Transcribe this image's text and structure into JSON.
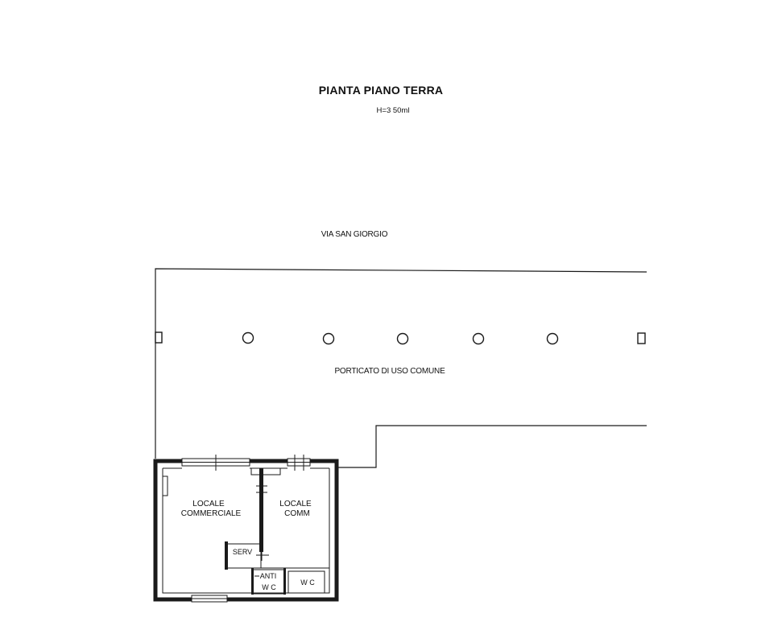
{
  "drawing": {
    "title": "PIANTA PIANO TERRA",
    "height_note": "H=3 50ml",
    "street": "VIA SAN GIORGIO",
    "portico": "PORTICATO DI USO COMUNE"
  },
  "rooms": {
    "locale_commerciale": [
      "LOCALE",
      "COMMERCIALE"
    ],
    "locale_comm": [
      "LOCALE",
      "COMM"
    ],
    "serv": "SERV",
    "anti_wc": [
      "ANTI",
      "W C"
    ],
    "wc": "W C"
  },
  "colors": {
    "ink": "#1a1a1a",
    "paper": "#ffffff"
  }
}
